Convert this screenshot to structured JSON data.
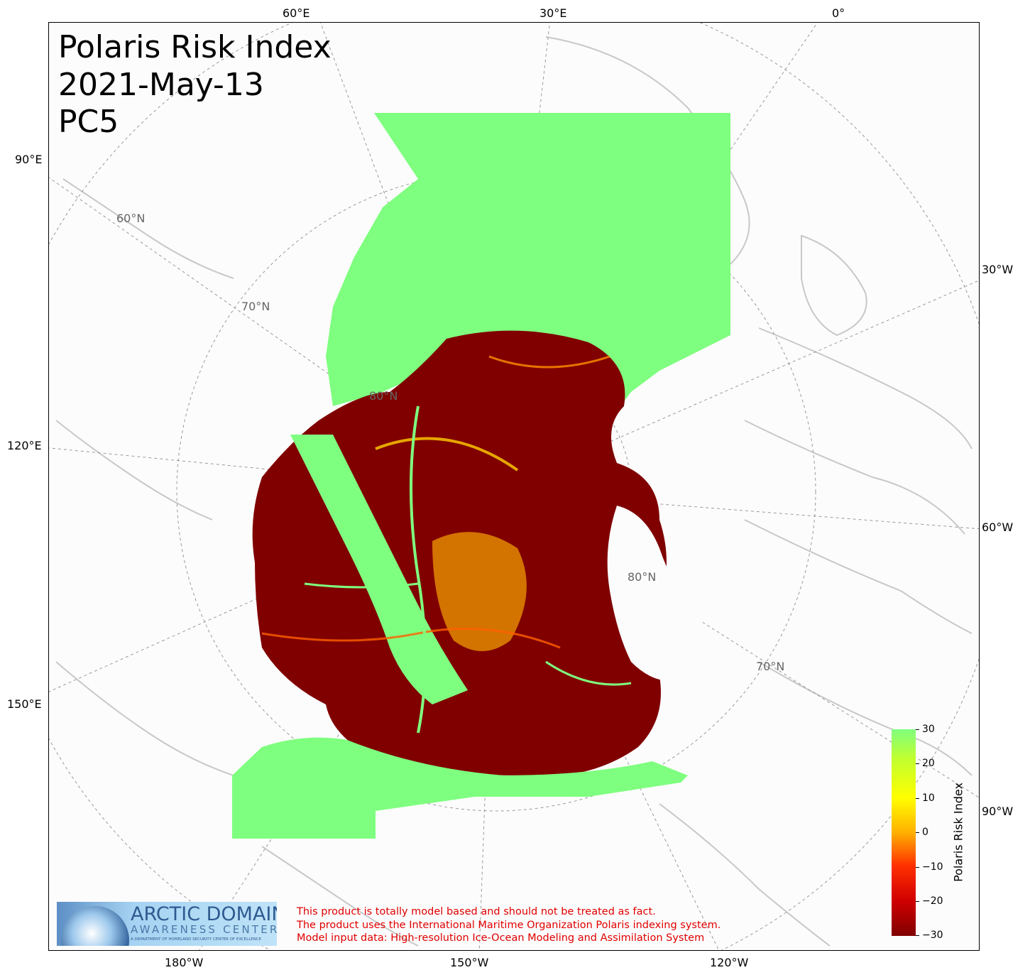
{
  "title": {
    "line1": "Polaris Risk Index",
    "line2": "2021-May-13",
    "line3": "PC5"
  },
  "graticule": {
    "top_labels": [
      "60°E",
      "30°E",
      "0°"
    ],
    "bottom_labels": [
      "180°W",
      "150°W",
      "120°W"
    ],
    "left_labels": [
      "90°E",
      "120°E",
      "150°E"
    ],
    "right_labels": [
      "30°W",
      "60°W",
      "90°W"
    ],
    "lat_labels": [
      "60°N",
      "70°N",
      "80°N",
      "80°N",
      "70°N"
    ]
  },
  "colorbar": {
    "label": "Polaris Risk Index",
    "ticks": [
      "30",
      "20",
      "10",
      "0",
      "−10",
      "−20",
      "−30"
    ],
    "vmin": -30,
    "vmax": 30
  },
  "colors": {
    "low_risk": "#7fff7f",
    "high_risk": "#800000",
    "mid_risk": "#ffd000",
    "land": "#fcfcfc",
    "coastline": "#c8c8c8",
    "disclaimer": "#e00000"
  },
  "disclaimer": [
    "This product is totally model based and should not be treated as fact.",
    "The product uses the International Maritime Organization Polaris indexing system.",
    "Model input data: High-resolution Ice-Ocean Modeling and Assimilation System"
  ],
  "logo": {
    "line1": "ARCTIC DOMAIN",
    "line2": "AWARENESS CENTER",
    "line3": "A DEPARTMENT OF HOMELAND SECURITY CENTER OF EXCELLENCE"
  }
}
